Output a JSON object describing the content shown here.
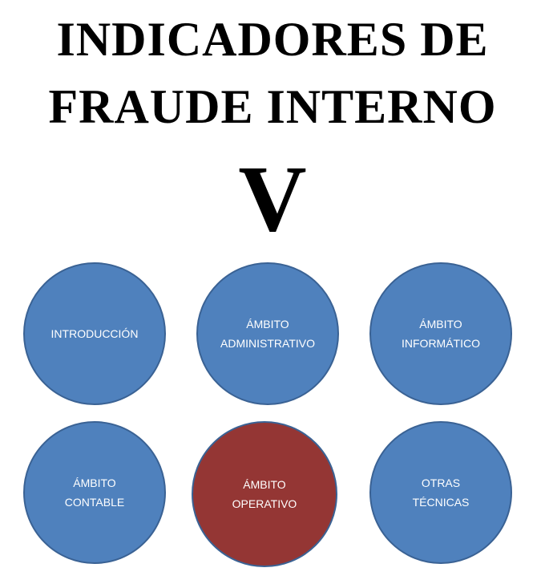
{
  "title_line1": "INDICADORES DE",
  "title_line2": "FRAUDE INTERNO",
  "section_numeral": "V",
  "colors": {
    "default": "#4f81bd",
    "active": "#943634"
  },
  "nav": [
    {
      "line1": "INTRODUCCIÓN",
      "line2": ""
    },
    {
      "line1": "ÁMBITO",
      "line2": "ADMINISTRATIVO"
    },
    {
      "line1": "ÁMBITO",
      "line2": "INFORMÁTICO"
    },
    {
      "line1": "ÁMBITO",
      "line2": "CONTABLE"
    },
    {
      "line1": "ÁMBITO",
      "line2": "OPERATIVO"
    },
    {
      "line1": "OTRAS",
      "line2": "TÉCNICAS"
    }
  ]
}
